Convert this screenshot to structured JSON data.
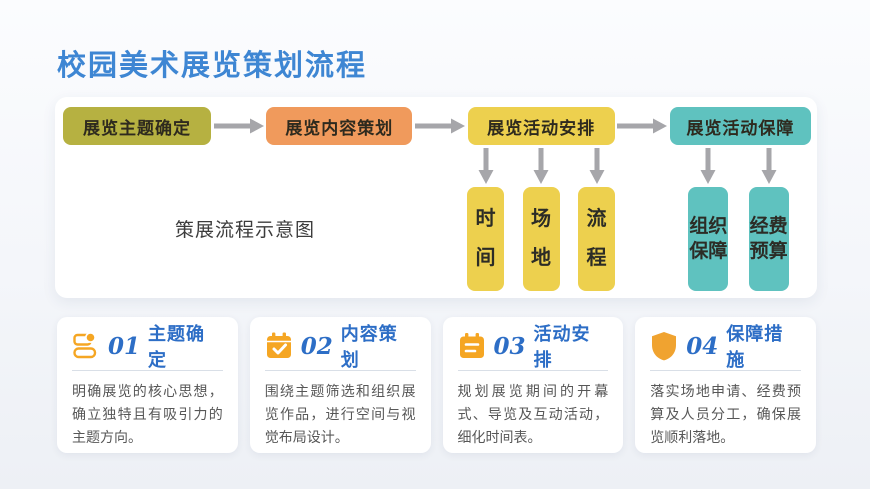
{
  "slide": {
    "title": "校园美术展览策划流程"
  },
  "flowchart": {
    "caption": "策展流程示意图",
    "nodes": [
      {
        "label": "展览主题确定",
        "color": "#b6b141"
      },
      {
        "label": "展览内容策划",
        "color": "#f09a5c"
      },
      {
        "label": "展览活动安排",
        "color": "#edd04e"
      },
      {
        "label": "展览活动保障",
        "color": "#5fc2bf"
      }
    ],
    "activity_subnodes": [
      {
        "label": "时间",
        "color": "#edd04e"
      },
      {
        "label": "场地",
        "color": "#edd04e"
      },
      {
        "label": "流程",
        "color": "#edd04e"
      }
    ],
    "guarantee_subnodes": [
      {
        "label": "组织保障",
        "color": "#5fc2bf"
      },
      {
        "label": "经费预算",
        "color": "#5fc2bf"
      }
    ],
    "arrow_color": "#a6a6aa"
  },
  "cards": [
    {
      "icon": "contact-card-icon",
      "number": "01",
      "title": "主题确定",
      "body": "明确展览的核心思想，确立独特且有吸引力的主题方向。"
    },
    {
      "icon": "calendar-check-icon",
      "number": "02",
      "title": "内容策划",
      "body": "围绕主题筛选和组织展览作品，进行空间与视觉布局设计。"
    },
    {
      "icon": "calendar-lines-icon",
      "number": "03",
      "title": "活动安排",
      "body": "规划展览期间的开幕式、导览及互动活动，细化时间表。"
    },
    {
      "icon": "shield-icon",
      "number": "04",
      "title": "保障措施",
      "body": "落实场地申请、经费预算及人员分工，确保展览顺利落地。"
    }
  ],
  "colors": {
    "title_blue": "#3e86d3",
    "card_accent_blue": "#2d6ec6",
    "icon_orange": "#f5a623",
    "node_olive": "#b6b141",
    "node_orange": "#f09a5c",
    "node_yellow": "#edd04e",
    "node_teal": "#5fc2bf",
    "arrow_gray": "#a6a6aa"
  }
}
